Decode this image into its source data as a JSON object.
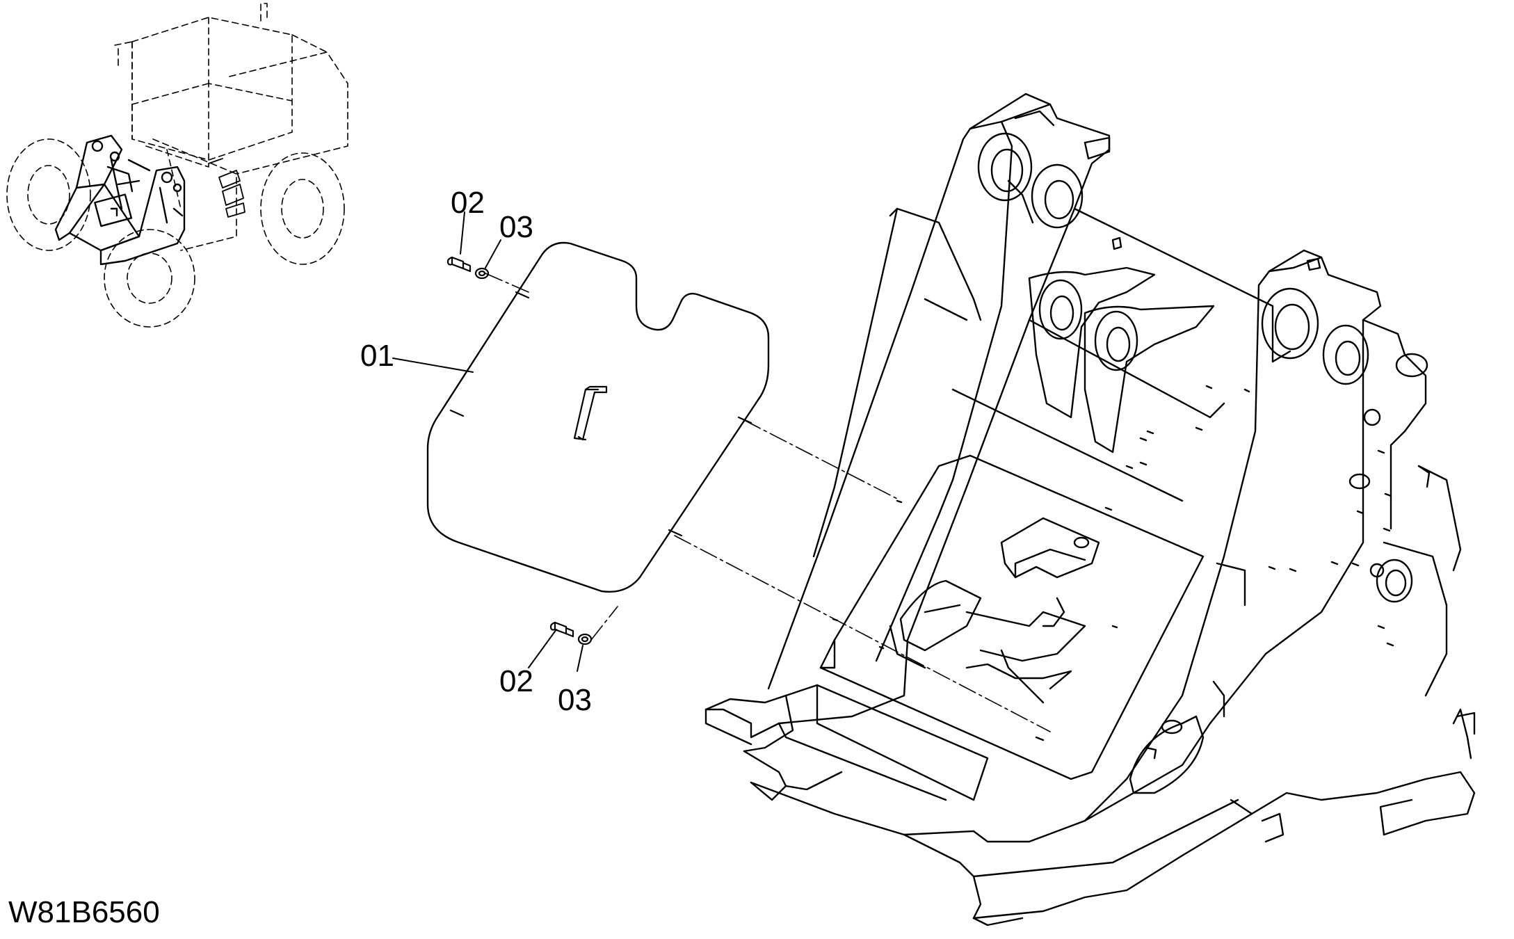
{
  "diagram": {
    "figure_id": "W81B6560",
    "callouts": [
      {
        "id": "c-02-top",
        "label": "02"
      },
      {
        "id": "c-03-top",
        "label": "03"
      },
      {
        "id": "c-01",
        "label": "01"
      },
      {
        "id": "c-02-bottom",
        "label": "02"
      },
      {
        "id": "c-03-bottom",
        "label": "03"
      }
    ],
    "colors": {
      "line": "#000000",
      "background": "#ffffff"
    }
  }
}
